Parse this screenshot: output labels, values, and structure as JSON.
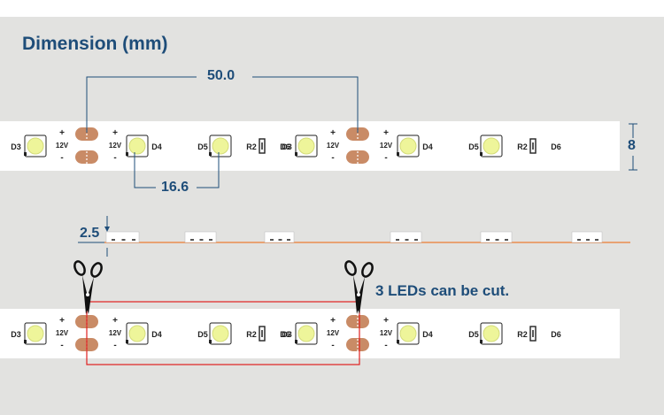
{
  "title": "Dimension (mm)",
  "dimensions": {
    "pitch": "50.0",
    "led_spacing": "16.6",
    "width": "8",
    "thickness": "2.5"
  },
  "cut_note": "3 LEDs can be cut.",
  "strip_labels": {
    "d3": "D3",
    "d4": "D4",
    "d5": "D5",
    "d6": "D6",
    "r2": "R2",
    "voltage": "12V",
    "plus": "+",
    "minus": "-"
  },
  "colors": {
    "text_blue": "#1e4d79",
    "copper_pad": "#c98b66",
    "cut_box": "#e02020",
    "strip": "#ffffff",
    "background": "#e2e2e0"
  },
  "icons": [
    "scissors-icon",
    "scissors-icon"
  ]
}
